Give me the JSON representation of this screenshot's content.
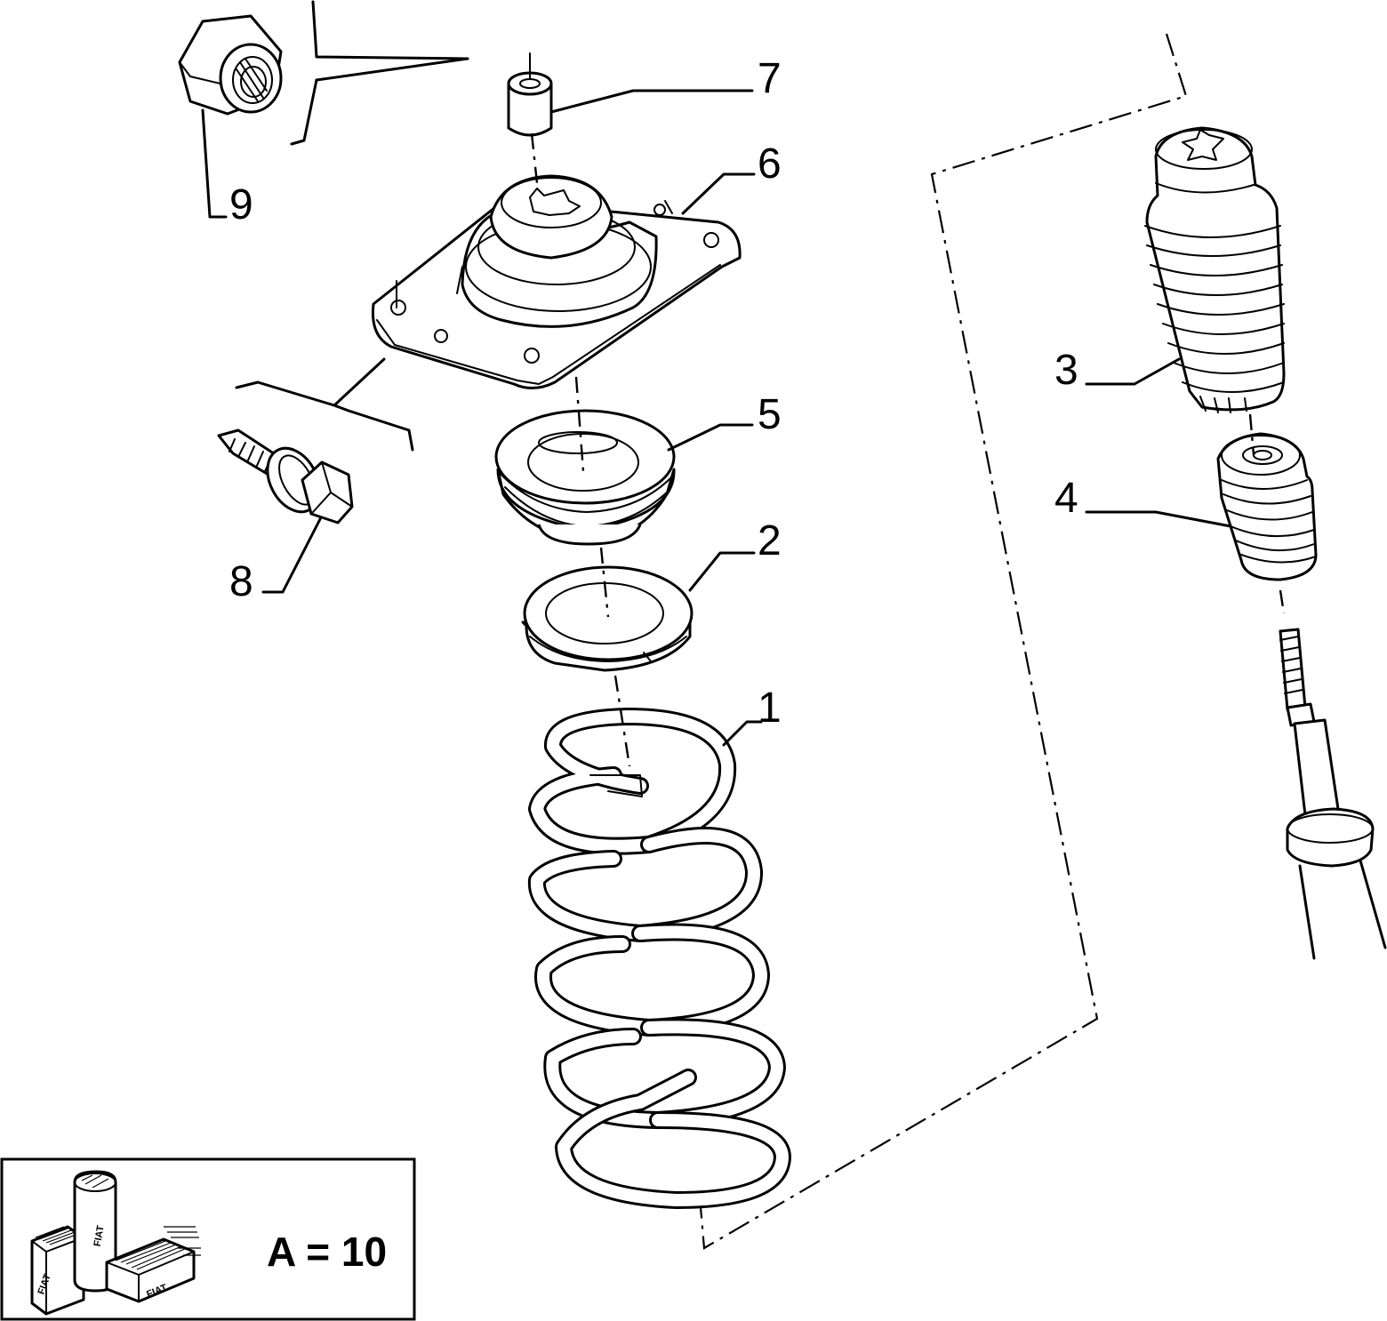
{
  "callouts": [
    {
      "id": "1",
      "label": "1"
    },
    {
      "id": "2",
      "label": "2"
    },
    {
      "id": "3",
      "label": "3"
    },
    {
      "id": "4",
      "label": "4"
    },
    {
      "id": "5",
      "label": "5"
    },
    {
      "id": "6",
      "label": "6"
    },
    {
      "id": "7",
      "label": "7"
    },
    {
      "id": "8",
      "label": "8"
    },
    {
      "id": "9",
      "label": "9"
    }
  ],
  "legend": {
    "text": "A = 10",
    "logo_text": "FIAT",
    "logo_icon": "fiat-stacked-boxes-icon"
  }
}
